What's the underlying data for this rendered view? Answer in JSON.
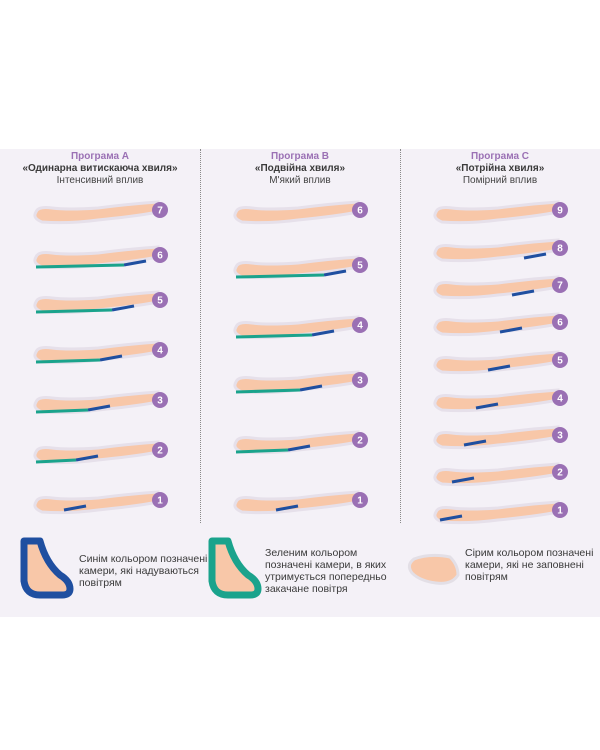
{
  "programs": [
    {
      "program_label": "Програма A",
      "mode_name": "«Одинарна витискаюча хвиля»",
      "intensity": "Інтенсивний вплив",
      "steps": [
        "7",
        "6",
        "5",
        "4",
        "3",
        "2",
        "1"
      ]
    },
    {
      "program_label": "Програма B",
      "mode_name": "«Подвійна хвиля»",
      "intensity": "М'який вплив",
      "steps": [
        "6",
        "5",
        "4",
        "3",
        "2",
        "1"
      ]
    },
    {
      "program_label": "Програма C",
      "mode_name": "«Потрійна хвиля»",
      "intensity": "Помірний вплив",
      "steps": [
        "9",
        "8",
        "7",
        "6",
        "5",
        "4",
        "3",
        "2",
        "1"
      ]
    }
  ],
  "legend": {
    "blue": "Синім кольором позначені камери, які надуваються повітрям",
    "green": "Зеленим кольором позначені камери, в яких утримується попередньо закачане повітря",
    "gray": "Сірим кольором позначені камери, які не заповнені повітрям"
  },
  "colors": {
    "accent_purple": "#9a70b4",
    "inflating_blue": "#1f4fa0",
    "holding_green": "#1aa38c",
    "skin": "#f8c7a8",
    "panel_bg": "#f4f1f7"
  }
}
